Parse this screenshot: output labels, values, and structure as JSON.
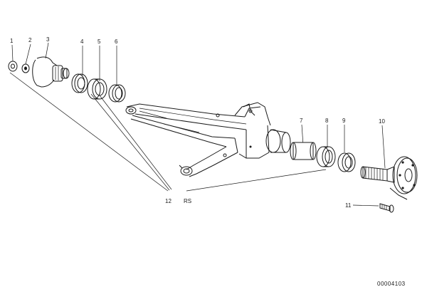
{
  "diagram": {
    "part_labels": [
      {
        "id": "p1",
        "text": "1"
      },
      {
        "id": "p2",
        "text": "2"
      },
      {
        "id": "p3",
        "text": "3"
      },
      {
        "id": "p4",
        "text": "4"
      },
      {
        "id": "p5",
        "text": "5"
      },
      {
        "id": "p6",
        "text": "6"
      },
      {
        "id": "p7",
        "text": "7"
      },
      {
        "id": "p8",
        "text": "8"
      },
      {
        "id": "p9",
        "text": "9"
      },
      {
        "id": "p10",
        "text": "10"
      },
      {
        "id": "p11",
        "text": "11"
      },
      {
        "id": "p12",
        "text": "12"
      }
    ],
    "set_label": "RS",
    "drawing_code": "00004103"
  }
}
